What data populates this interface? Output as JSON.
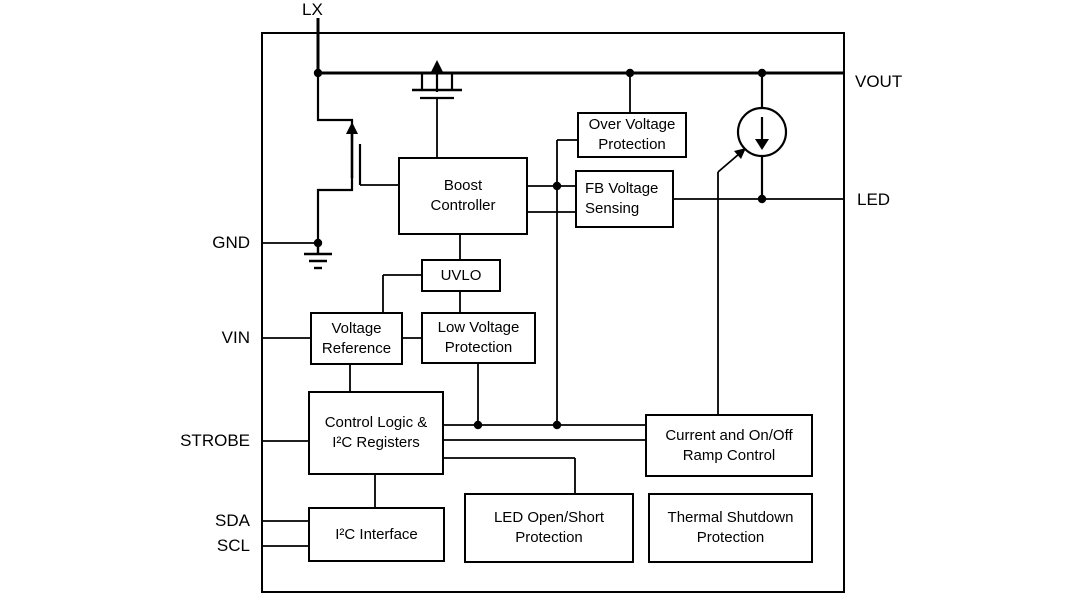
{
  "colors": {
    "ink": "#000000",
    "background": "#ffffff"
  },
  "pins": {
    "lx": {
      "label": "LX"
    },
    "vout": {
      "label": "VOUT"
    },
    "led": {
      "label": "LED"
    },
    "gnd": {
      "label": "GND"
    },
    "vin": {
      "label": "VIN"
    },
    "strobe": {
      "label": "STROBE"
    },
    "sda": {
      "label": "SDA"
    },
    "scl": {
      "label": "SCL"
    }
  },
  "blocks": {
    "boost": {
      "label": "Boost\nController"
    },
    "ovp": {
      "label": "Over Voltage\nProtection"
    },
    "fb": {
      "label": "FB Voltage\nSensing"
    },
    "uvlo": {
      "label": "UVLO"
    },
    "vref": {
      "label": "Voltage\nReference"
    },
    "lvp": {
      "label": "Low Voltage\nProtection"
    },
    "logic": {
      "label": "Control Logic &\nI²C Registers"
    },
    "ramp": {
      "label": "Current and On/Off\nRamp Control"
    },
    "i2c": {
      "label": "I²C Interface"
    },
    "led_protection": {
      "label": "LED Open/Short\nProtection"
    },
    "thermal": {
      "label": "Thermal Shutdown\nProtection"
    }
  },
  "symbols": {
    "nmos_switch": "nmos-transistor",
    "sync_fet": "rectifier-fet",
    "current_source": "current-source",
    "ground": "ground"
  }
}
